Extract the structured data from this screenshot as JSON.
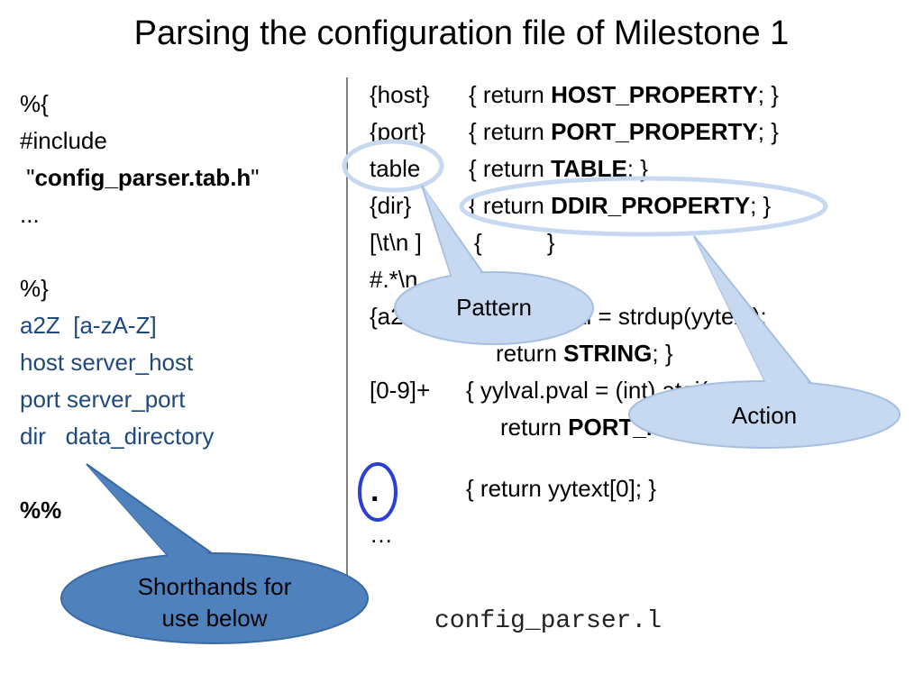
{
  "slide": {
    "title": "Parsing the configuration file of Milestone 1",
    "filename": "config_parser.l"
  },
  "left": {
    "lines": [
      "%{",
      "#include"
    ],
    "include_quote_open": " \"",
    "include_file": "config_parser.tab.h",
    "include_quote_close": "\"",
    "ellipsis": "...",
    "close_brace": "%}",
    "defs": [
      "a2Z  [a-zA-Z]",
      "host server_host",
      "port server_port",
      "dir   data_directory"
    ],
    "section_marker": "%%"
  },
  "rules": {
    "r1_pattern": "{host}",
    "r1_pre": "{ return ",
    "r1_token": "HOST_PROPERTY",
    "r1_post": "; }",
    "r2_pattern": "{port}",
    "r2_pre": "{ return ",
    "r2_token": "PORT_PROPERTY",
    "r2_post": "; }",
    "r3_pattern": "table",
    "r3_pre": "{ return ",
    "r3_token": "TABLE",
    "r3_post": "; }",
    "r4_pattern": "{dir}",
    "r4_pre": "{ return ",
    "r4_token": "DDIR_PROPERTY",
    "r4_post": "; }",
    "r5_pattern": "[\\t\\n ]",
    "r5_action": "{          }",
    "r6_pattern": "#.*\\n",
    "r7_pattern": "{a2Z",
    "r7_action": "al = strdup(yytext);",
    "r7_line2_pre": "return ",
    "r7_line2_token": "STRING",
    "r7_line2_post": "; }",
    "r8_pattern": "[0-9]+",
    "r8_action": "{ yylval.pval = (int) atoi(yytext);",
    "r8_line2_pre": "return ",
    "r8_line2_token": "PORT_NUMBER",
    "r8_line2_post": "; }",
    "dot_pattern": ".",
    "dot_action": "{ return yytext[0]; }",
    "trailing": "…"
  },
  "callouts": {
    "pattern": "Pattern",
    "action": "Action",
    "shorthands_line1": "Shorthands for",
    "shorthands_line2": "use below"
  },
  "colors": {
    "definitions_text": "#1f497d",
    "callout_light_fill": "#c6d9f1",
    "callout_light_stroke": "#a6bfe0",
    "callout_dark_fill": "#4f81bd",
    "circle_outline": "#2a3fd6"
  }
}
